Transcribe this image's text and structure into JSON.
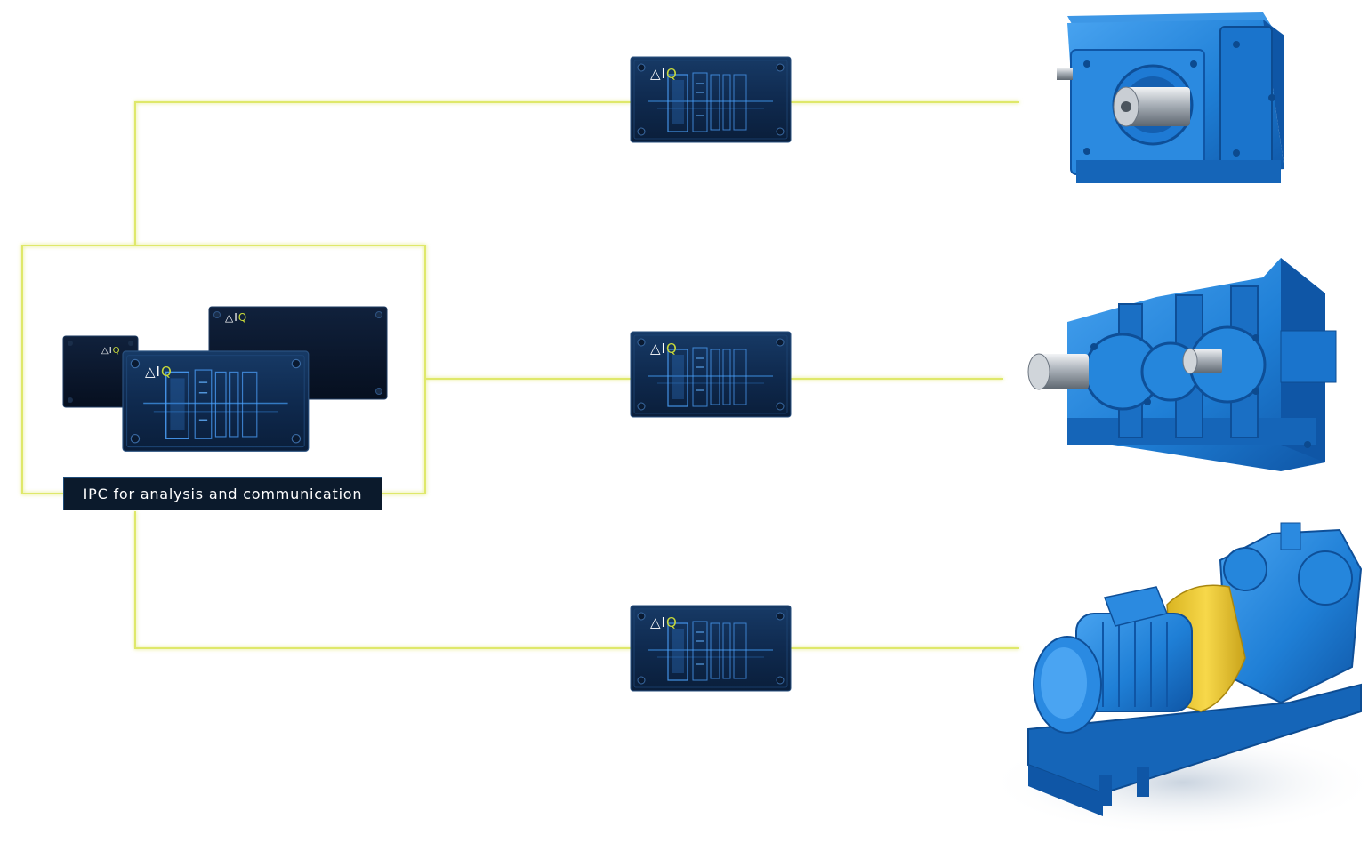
{
  "caption": "IPC for analysis and communication",
  "device_logo": {
    "prefix": "△I",
    "suffix": "Q"
  },
  "colors": {
    "connector_line": "#dfe86a",
    "device_body": "#0f2a4f",
    "machine_blue": "#1f7fd6",
    "coupling_yellow": "#f2cf3a",
    "logo_accent": "#c8d93a"
  },
  "machines": [
    "gearbox-horizontal",
    "gearbox-large",
    "motor-gear-unit"
  ]
}
